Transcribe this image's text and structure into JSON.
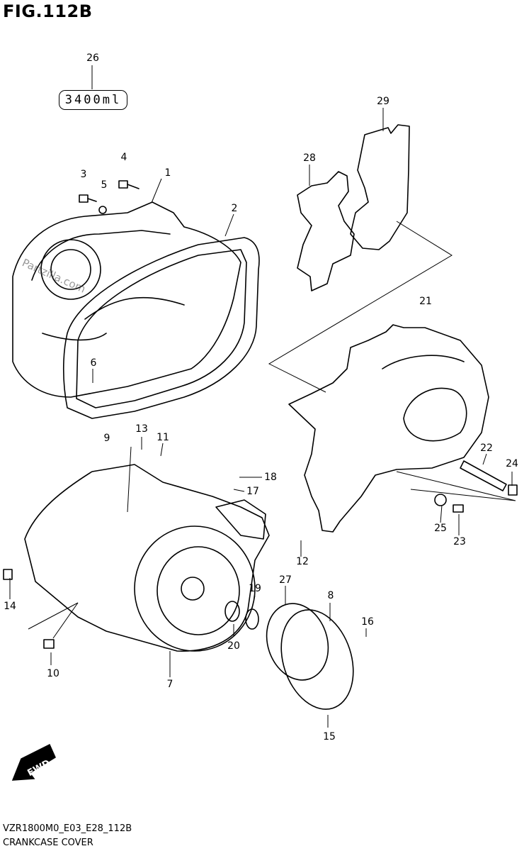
{
  "figure": {
    "title": "FIG.112B"
  },
  "sealant": {
    "text": "3400ml"
  },
  "watermark": {
    "text": "Partzilla.com"
  },
  "fwd": {
    "label": "FWD"
  },
  "footer": {
    "code": "VZR1800M0_E03_E28_112B",
    "name": "CRANKCASE COVER"
  },
  "callouts": [
    "1",
    "2",
    "3",
    "4",
    "5",
    "6",
    "7",
    "8",
    "9",
    "10",
    "11",
    "12",
    "13",
    "14",
    "15",
    "16",
    "17",
    "18",
    "19",
    "20",
    "21",
    "22",
    "23",
    "24",
    "25",
    "26",
    "27",
    "28",
    "29"
  ]
}
